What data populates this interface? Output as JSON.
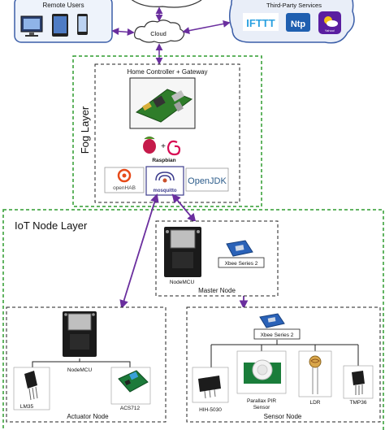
{
  "top": {
    "remote_users": "Remote Users",
    "cloud": "Cloud",
    "third_party": "Third-Party Services",
    "services": [
      "IFTTT",
      "Ntp",
      "Yahoo!"
    ]
  },
  "fog": {
    "layer_label": "Fog Layer",
    "controller_title": "Home Controller + Gateway",
    "plus": "+",
    "os_label": "Raspbian",
    "logos": [
      "openHAB",
      "mosquitto",
      "OpenJDK"
    ]
  },
  "iot": {
    "layer_label": "IoT Node Layer",
    "master": {
      "title": "Master Node",
      "mcu": "NodeMCU",
      "xbee": "Xbee Series 2"
    },
    "actuator": {
      "title": "Actuator Node",
      "mcu": "NodeMCU",
      "left": "LM35",
      "right": "ACS712"
    },
    "sensor": {
      "title": "Sensor Node",
      "xbee": "Xbee Series 2",
      "devices": [
        "HIH-5030",
        "Parallax PIR Sensor",
        "LDR",
        "TMP36"
      ],
      "pir_line1": "Parallax PIR",
      "pir_line2": "Sensor"
    }
  },
  "colors": {
    "fog_border": "#2e9c2e",
    "arrow": "#6a2e9e",
    "border_dark": "#222222",
    "services_bg": "#e9eef8"
  }
}
